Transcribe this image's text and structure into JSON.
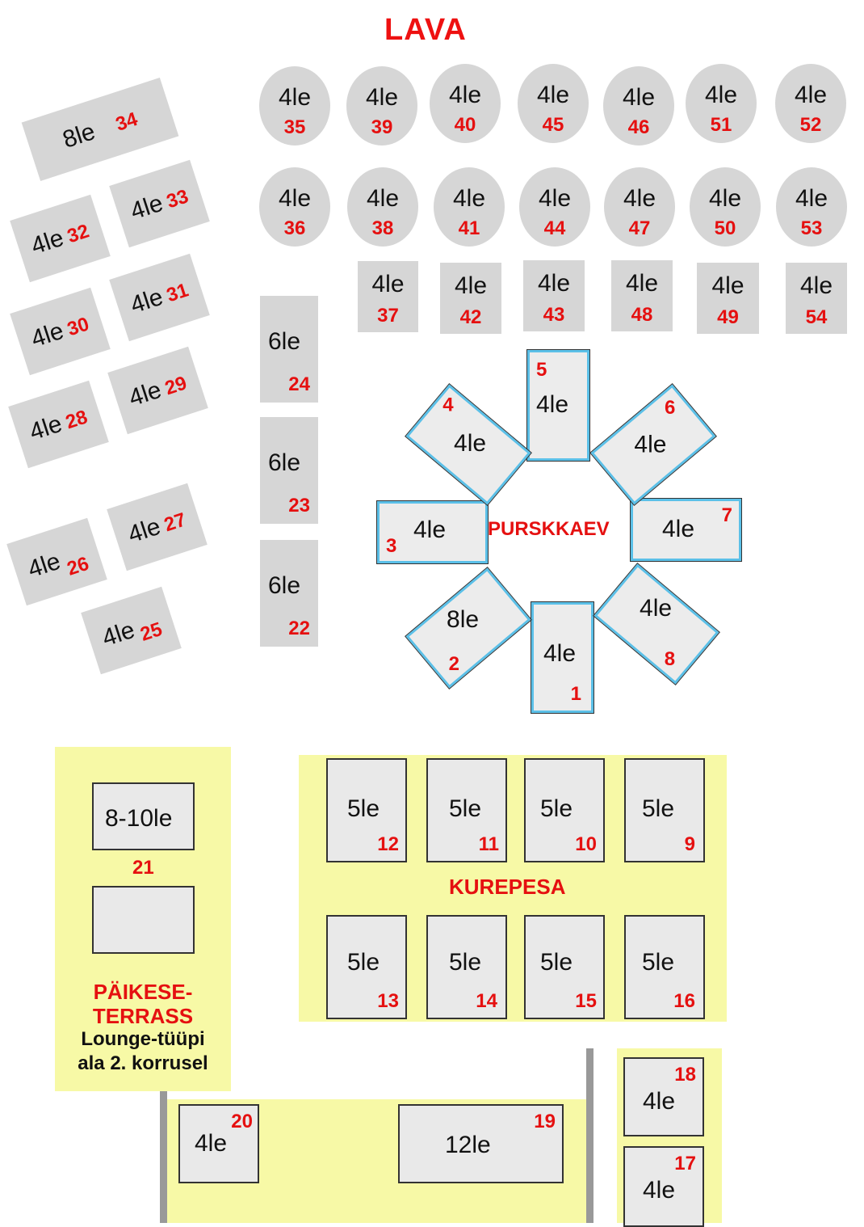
{
  "stage_label": "LAVA",
  "fountain_label": "PURSKKAEV",
  "kurepesa_label": "KUREPESA",
  "terrace": {
    "title_line1": "PÄIKESE-",
    "title_line2": "TERRASS",
    "desc_line1": "Lounge-tüüpi",
    "desc_line2": "ala 2. korrusel",
    "table_capacity": "8-10le",
    "table_number": "21"
  },
  "oval_tables_row1": [
    {
      "cap": "4le",
      "num": "35"
    },
    {
      "cap": "4le",
      "num": "39"
    },
    {
      "cap": "4le",
      "num": "40"
    },
    {
      "cap": "4le",
      "num": "45"
    },
    {
      "cap": "4le",
      "num": "46"
    },
    {
      "cap": "4le",
      "num": "51"
    },
    {
      "cap": "4le",
      "num": "52"
    }
  ],
  "oval_tables_row2": [
    {
      "cap": "4le",
      "num": "36"
    },
    {
      "cap": "4le",
      "num": "38"
    },
    {
      "cap": "4le",
      "num": "41"
    },
    {
      "cap": "4le",
      "num": "44"
    },
    {
      "cap": "4le",
      "num": "47"
    },
    {
      "cap": "4le",
      "num": "50"
    },
    {
      "cap": "4le",
      "num": "53"
    }
  ],
  "square_tables_row3": [
    {
      "cap": "4le",
      "num": "37"
    },
    {
      "cap": "4le",
      "num": "42"
    },
    {
      "cap": "4le",
      "num": "43"
    },
    {
      "cap": "4le",
      "num": "48"
    },
    {
      "cap": "4le",
      "num": "49"
    },
    {
      "cap": "4le",
      "num": "54"
    }
  ],
  "left_tilted_tables": [
    {
      "cap": "8le",
      "num": "34"
    },
    {
      "cap": "4le",
      "num": "33"
    },
    {
      "cap": "4le",
      "num": "32"
    },
    {
      "cap": "4le",
      "num": "31"
    },
    {
      "cap": "4le",
      "num": "30"
    },
    {
      "cap": "4le",
      "num": "29"
    },
    {
      "cap": "4le",
      "num": "28"
    },
    {
      "cap": "4le",
      "num": "27"
    },
    {
      "cap": "4le",
      "num": "26"
    },
    {
      "cap": "4le",
      "num": "25"
    }
  ],
  "six_tables": [
    {
      "cap": "6le",
      "num": "24"
    },
    {
      "cap": "6le",
      "num": "23"
    },
    {
      "cap": "6le",
      "num": "22"
    }
  ],
  "fountain_tables": [
    {
      "cap": "4le",
      "num": "1"
    },
    {
      "cap": "8le",
      "num": "2"
    },
    {
      "cap": "4le",
      "num": "3"
    },
    {
      "cap": "4le",
      "num": "4"
    },
    {
      "cap": "4le",
      "num": "5"
    },
    {
      "cap": "4le",
      "num": "6"
    },
    {
      "cap": "4le",
      "num": "7"
    },
    {
      "cap": "4le",
      "num": "8"
    }
  ],
  "kurepesa_tables_top": [
    {
      "cap": "5le",
      "num": "12"
    },
    {
      "cap": "5le",
      "num": "11"
    },
    {
      "cap": "5le",
      "num": "10"
    },
    {
      "cap": "5le",
      "num": "9"
    }
  ],
  "kurepesa_tables_bottom": [
    {
      "cap": "5le",
      "num": "13"
    },
    {
      "cap": "5le",
      "num": "14"
    },
    {
      "cap": "5le",
      "num": "15"
    },
    {
      "cap": "5le",
      "num": "16"
    }
  ],
  "bottom_tables": [
    {
      "cap": "4le",
      "num": "20"
    },
    {
      "cap": "12le",
      "num": "19"
    },
    {
      "cap": "4le",
      "num": "18"
    },
    {
      "cap": "4le",
      "num": "17"
    }
  ],
  "colors": {
    "label_red": "#e51010",
    "table_gray": "#d6d6d6",
    "zone_yellow": "#f7f9a6",
    "fountain_outline": "#5bc0e8"
  }
}
